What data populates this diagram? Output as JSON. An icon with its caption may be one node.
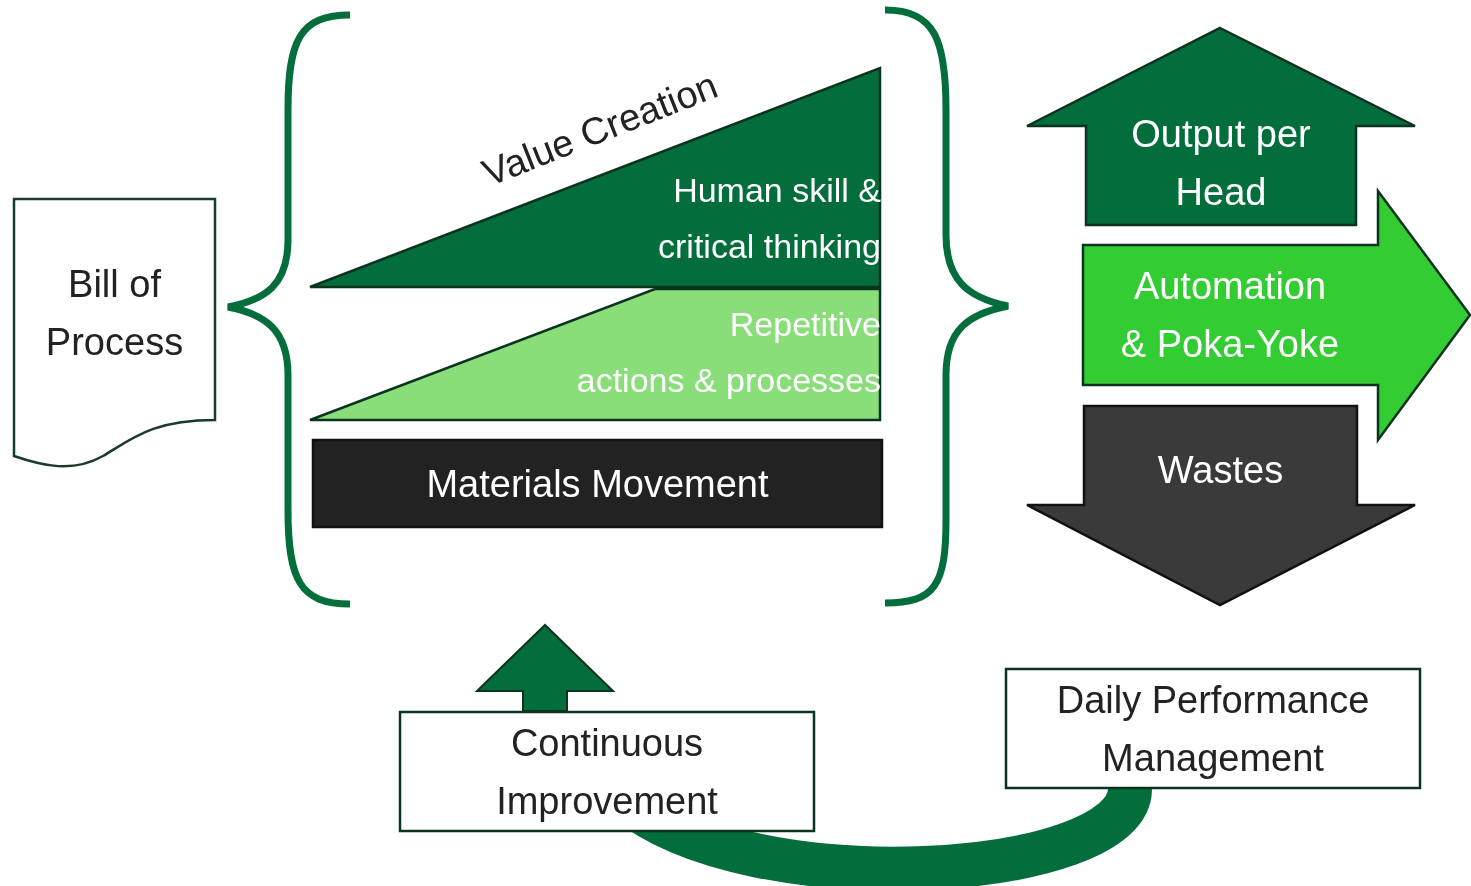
{
  "diagram": {
    "nodes": [
      {
        "text": [
          "Bill of Process"
        ]
      },
      {
        "text": [
          "Human skill & critical thinking"
        ],
        "beside": [
          "Value Creation"
        ]
      },
      {
        "text": [
          "Repetitive actions & processes"
        ]
      },
      {
        "text": [
          "Materials Movement"
        ]
      },
      {
        "text": [
          "Output per Head"
        ]
      },
      {
        "text": [
          "Automation & Poka-Yoke"
        ]
      },
      {
        "text": [
          "Wastes"
        ]
      },
      {
        "text": [
          "Daily Performance Management"
        ]
      },
      {
        "text": [
          "Continuous Improvement"
        ]
      }
    ],
    "edges": [
      {
        "from": 7,
        "to": 8,
        "arrow": "to"
      }
    ]
  }
}
